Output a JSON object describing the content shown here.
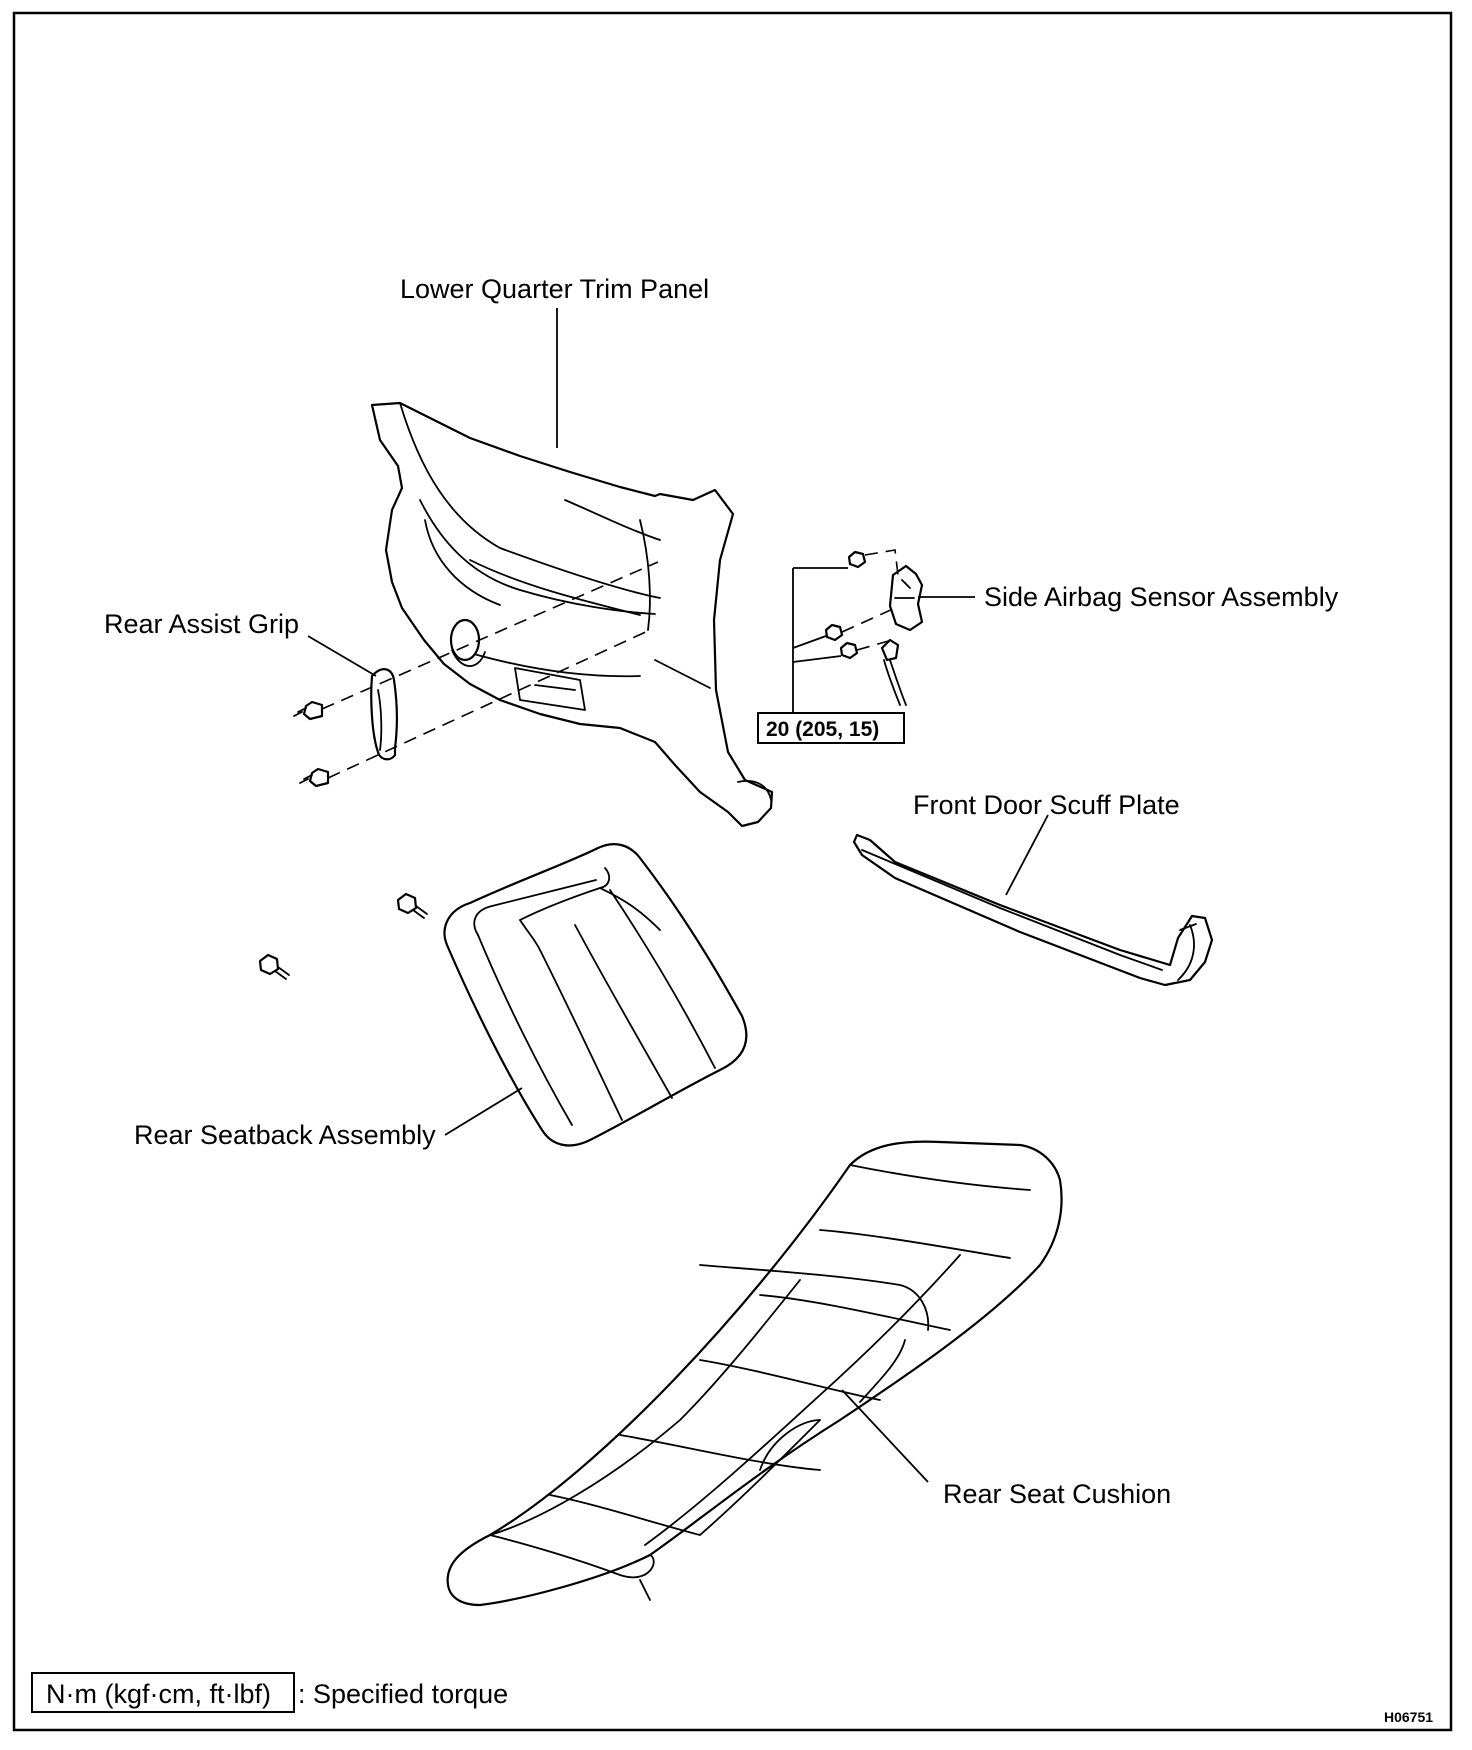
{
  "labels": {
    "lower_quarter_trim_panel": "Lower Quarter Trim Panel",
    "rear_assist_grip": "Rear Assist Grip",
    "side_airbag_sensor_assembly": "Side Airbag Sensor Assembly",
    "front_door_scuff_plate": "Front Door Scuff Plate",
    "rear_seatback_assembly": "Rear Seatback Assembly",
    "rear_seat_cushion": "Rear Seat Cushion"
  },
  "torque": {
    "value": "20 (205, 15)"
  },
  "legend": {
    "unit_box": "N·m (kgf·cm, ft·lbf)",
    "description": ": Specified torque"
  },
  "figure_ref": "H06751",
  "colors": {
    "ink": "#000000",
    "paper": "#ffffff"
  }
}
